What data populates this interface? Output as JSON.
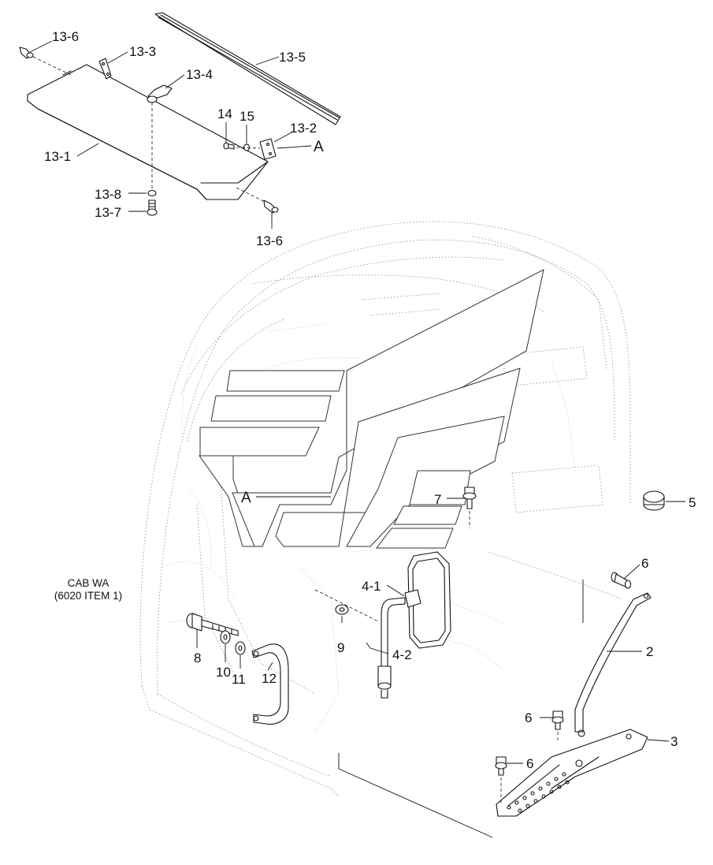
{
  "callouts": {
    "c13_6_top": "13-6",
    "c13_3": "13-3",
    "c13_5": "13-5",
    "c13_4": "13-4",
    "c14": "14",
    "c15": "15",
    "c13_2": "13-2",
    "cA_top": "A",
    "c13_1": "13-1",
    "c13_8": "13-8",
    "c13_7": "13-7",
    "c13_6_bottom": "13-6",
    "cA_cab": "A",
    "c7": "7",
    "c5": "5",
    "c6_top": "6",
    "c4_1": "4-1",
    "c9": "9",
    "c4_2": "4-2",
    "c8": "8",
    "c10": "10",
    "c11": "11",
    "c12": "12",
    "c2": "2",
    "c6_mid": "6",
    "c3": "3",
    "c6_bottom": "6"
  },
  "note": {
    "line1": "CAB WA",
    "line2": "(6020 ITEM 1)"
  }
}
